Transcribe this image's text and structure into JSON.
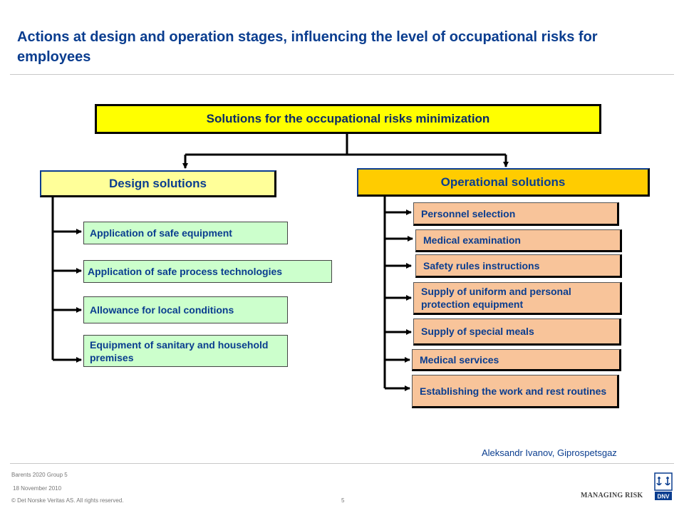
{
  "slide": {
    "title": "Actions at design and operation stages, influencing the level of occupational risks for employees"
  },
  "diagram": {
    "top": "Solutions for the occupational risks minimization",
    "design": {
      "heading": "Design solutions",
      "items": [
        "Application of safe equipment",
        "Application of safe process technologies",
        "Allowance for local conditions",
        "Equipment of sanitary and household premises"
      ]
    },
    "operational": {
      "heading": "Operational solutions",
      "items": [
        "Personnel selection",
        "Medical examination",
        "Safety rules instructions",
        "Supply of uniform and personal protection equipment",
        "Supply of special meals",
        "Medical services",
        "Establishing the work and rest routines"
      ]
    }
  },
  "credit": "Aleksandr Ivanov, Giprospetsgaz",
  "footer": {
    "line1": "Barents 2020 Group 5",
    "line2": "18 November 2010",
    "line3": "© Det Norske Veritas AS. All rights reserved.",
    "page": "5",
    "brand": "MANAGING RISK",
    "logo_text": "DNV"
  },
  "colors": {
    "title": "#0a3d8f",
    "top_box": "#ffff00",
    "design_head": "#ffff99",
    "oper_head": "#ffcc00",
    "design_item": "#ccffcc",
    "oper_item": "#f8c49a"
  }
}
